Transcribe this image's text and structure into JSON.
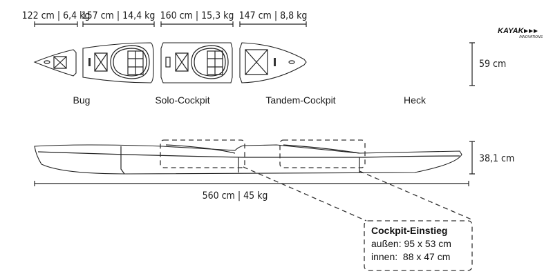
{
  "brand": {
    "name": "KAYAK",
    "sub": "INNOVATIONS"
  },
  "sections": [
    {
      "name": "Bug",
      "dimension": "122 cm | 6,4 kg"
    },
    {
      "name": "Solo-Cockpit",
      "dimension": "157 cm | 14,4 kg"
    },
    {
      "name": "Tandem-Cockpit",
      "dimension": "160 cm | 15,3 kg"
    },
    {
      "name": "Heck",
      "dimension": "147 cm | 8,8 kg"
    }
  ],
  "width_label": "59 cm",
  "height_label": "38,1 cm",
  "total_label": "560 cm | 45 kg",
  "callout": {
    "title": "Cockpit-Einstieg",
    "outer": "außen: 95 x 53 cm",
    "inner": "innen:  88 x 47 cm"
  }
}
